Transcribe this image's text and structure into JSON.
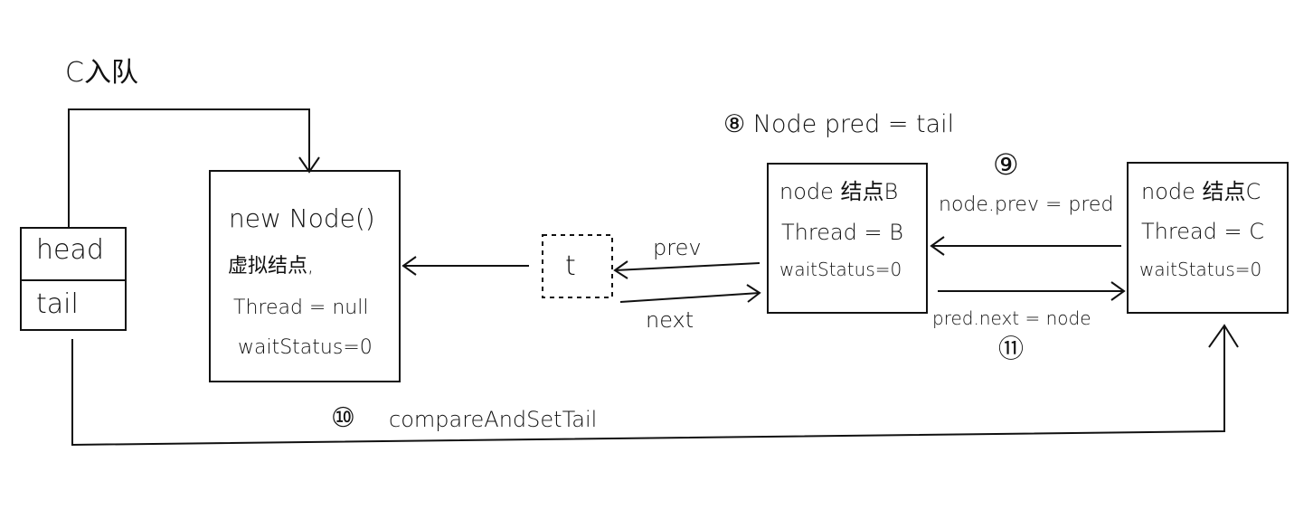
{
  "title": "C入队",
  "head_tail": {
    "head": "head",
    "tail": "tail"
  },
  "dummy_node": {
    "line1": "new Node()",
    "line2": "虚拟结点,",
    "line3": "Thread = null",
    "line4": "waitStatus=0"
  },
  "t_box": {
    "label": "t"
  },
  "node_b": {
    "line1": "node 结点B",
    "line2": "Thread = B",
    "line3": "waitStatus=0"
  },
  "node_c": {
    "line1": "node 结点C",
    "line2": "Thread = C",
    "line3": "waitStatus=0"
  },
  "labels": {
    "prev": "prev",
    "next": "next",
    "step8": "⑧ Node pred = tail",
    "step9": "⑨",
    "node_prev_pred": "node.prev = pred",
    "pred_next_node": "pred.next = node",
    "step11": "⑪",
    "step10": "⑩",
    "cas_tail": "compareAndSetTail"
  }
}
